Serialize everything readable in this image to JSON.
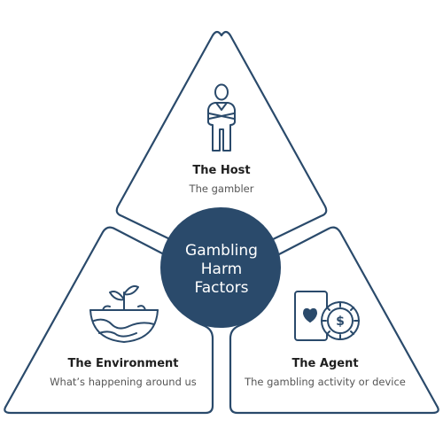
{
  "center": {
    "line1": "Gambling",
    "line2": "Harm",
    "line3": "Factors"
  },
  "host": {
    "title": "The Host",
    "subtitle": "The gambler",
    "icon": "person-crossed-arms-icon"
  },
  "environment": {
    "title": "The Environment",
    "subtitle": "What’s happening around us",
    "icon": "soil-sprout-icon"
  },
  "agent": {
    "title": "The Agent",
    "subtitle": "The gambling activity or device",
    "icon": "card-chip-icon"
  },
  "colors": {
    "navy": "#2a4a6b",
    "outline": "#2a4a6b",
    "text": "#1f1f1f",
    "subtext": "#555555",
    "center_text": "#ffffff"
  }
}
